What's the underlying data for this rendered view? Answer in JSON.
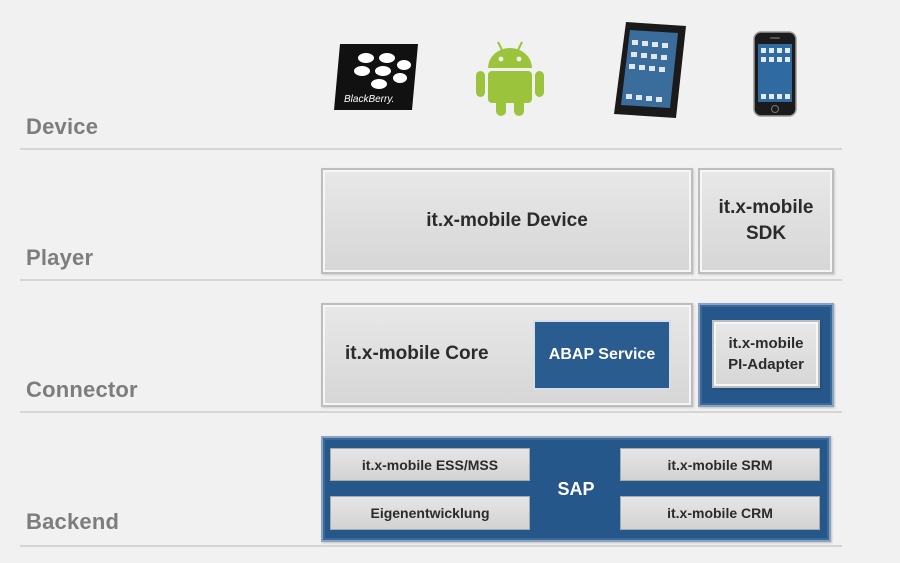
{
  "layers": {
    "device": "Device",
    "player": "Player",
    "connector": "Connector",
    "backend": "Backend"
  },
  "icons": [
    "blackberry-logo-icon",
    "android-robot-icon",
    "tablet-device-icon",
    "smartphone-device-icon"
  ],
  "blackberry_text": "BlackBerry.",
  "player": {
    "device_box": "it.x-mobile Device",
    "sdk_line1": "it.x-mobile",
    "sdk_line2": "SDK"
  },
  "connector": {
    "core_box": "it.x-mobile Core",
    "abap_service": "ABAP Service",
    "pi_line1": "it.x-mobile",
    "pi_line2": "PI-Adapter"
  },
  "backend": {
    "center": "SAP",
    "ess_mss": "it.x-mobile ESS/MSS",
    "eigenentwicklung": "Eigenentwicklung",
    "srm": "it.x-mobile SRM",
    "crm": "it.x-mobile CRM"
  },
  "colors": {
    "background": "#f1f1f1",
    "label_grey": "#7d7d7d",
    "box_blue": "#26578a",
    "android_green": "#9bc43c"
  }
}
